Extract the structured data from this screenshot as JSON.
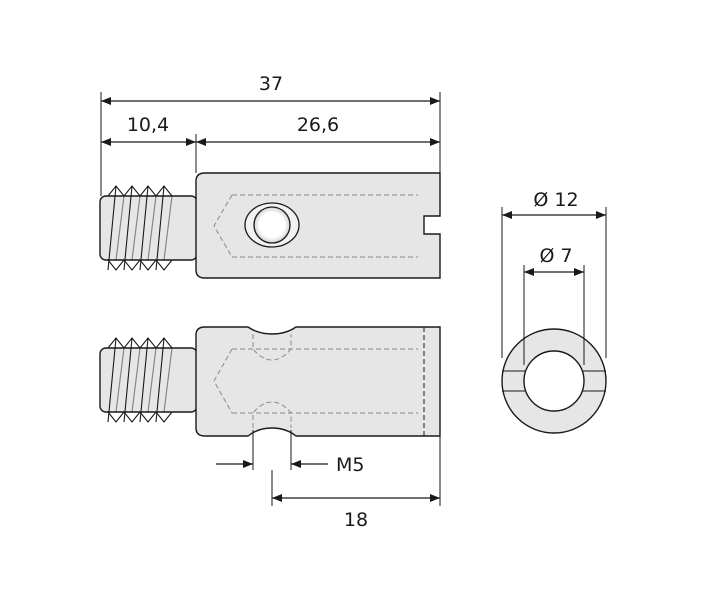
{
  "dimensions": {
    "overall_length": "37",
    "thread_length": "10,4",
    "body_length": "26,6",
    "outer_diameter": "Ø 12",
    "inner_diameter": "Ø 7",
    "cross_thread": "M5",
    "hole_position": "18"
  },
  "colors": {
    "part_fill": "#e6e6e6",
    "line": "#1a1a1a",
    "hidden_line": "#8a8a8a",
    "background": "#ffffff"
  }
}
